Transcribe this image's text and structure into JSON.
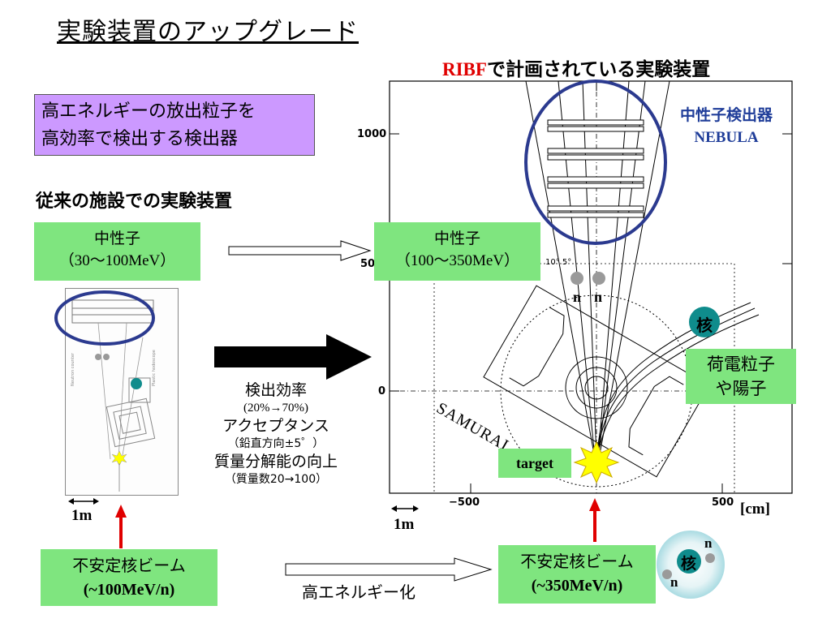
{
  "title": "実験装置のアップグレード",
  "ribf_title": {
    "red": "RIBF",
    "rest": "で計画されている実験装置"
  },
  "purple_box": {
    "line1": "高エネルギーの放出粒子を",
    "line2": "高効率で検出する検出器"
  },
  "subheading": "従来の施設での実験装置",
  "old_neutron": {
    "line1": "中性子",
    "line2": "（30〜100MeV）"
  },
  "new_neutron": {
    "line1": "中性子",
    "line2": "（100〜350MeV）"
  },
  "nebula_label": {
    "line1": "中性子検出器",
    "line2": "NEBULA"
  },
  "improvements": {
    "line1": "検出効率",
    "line2": "(20%→70%)",
    "line3": "アクセプタンス",
    "line4": "（鉛直方向±5゜）",
    "line5": "質量分解能の向上",
    "line6": "（質量数20→100）"
  },
  "samurai_label": "SAMURAI",
  "target_label": "target",
  "nucleus_label": "核",
  "neutron_symbol": "n",
  "charged_label": {
    "line1": "荷電粒子",
    "line2": "や陽子"
  },
  "axis": {
    "y_1000": "1000",
    "y_500": "50",
    "y_0": "0",
    "x_m500": "−500",
    "x_500": "500",
    "unit": "[cm]",
    "angle": "10°  5°"
  },
  "scale_label": "1m",
  "beam_old": {
    "line1": "不安定核ビーム",
    "line2": "(~100MeV/n)"
  },
  "beam_new": {
    "line1": "不安定核ビーム",
    "line2": "(~350MeV/n)"
  },
  "bottom_label": "高エネルギー化",
  "colors": {
    "green": "#7fe57f",
    "purple": "#cc99ff",
    "navy": "#2b3a8f",
    "red": "#e00000",
    "teal": "#0f8c8c"
  }
}
